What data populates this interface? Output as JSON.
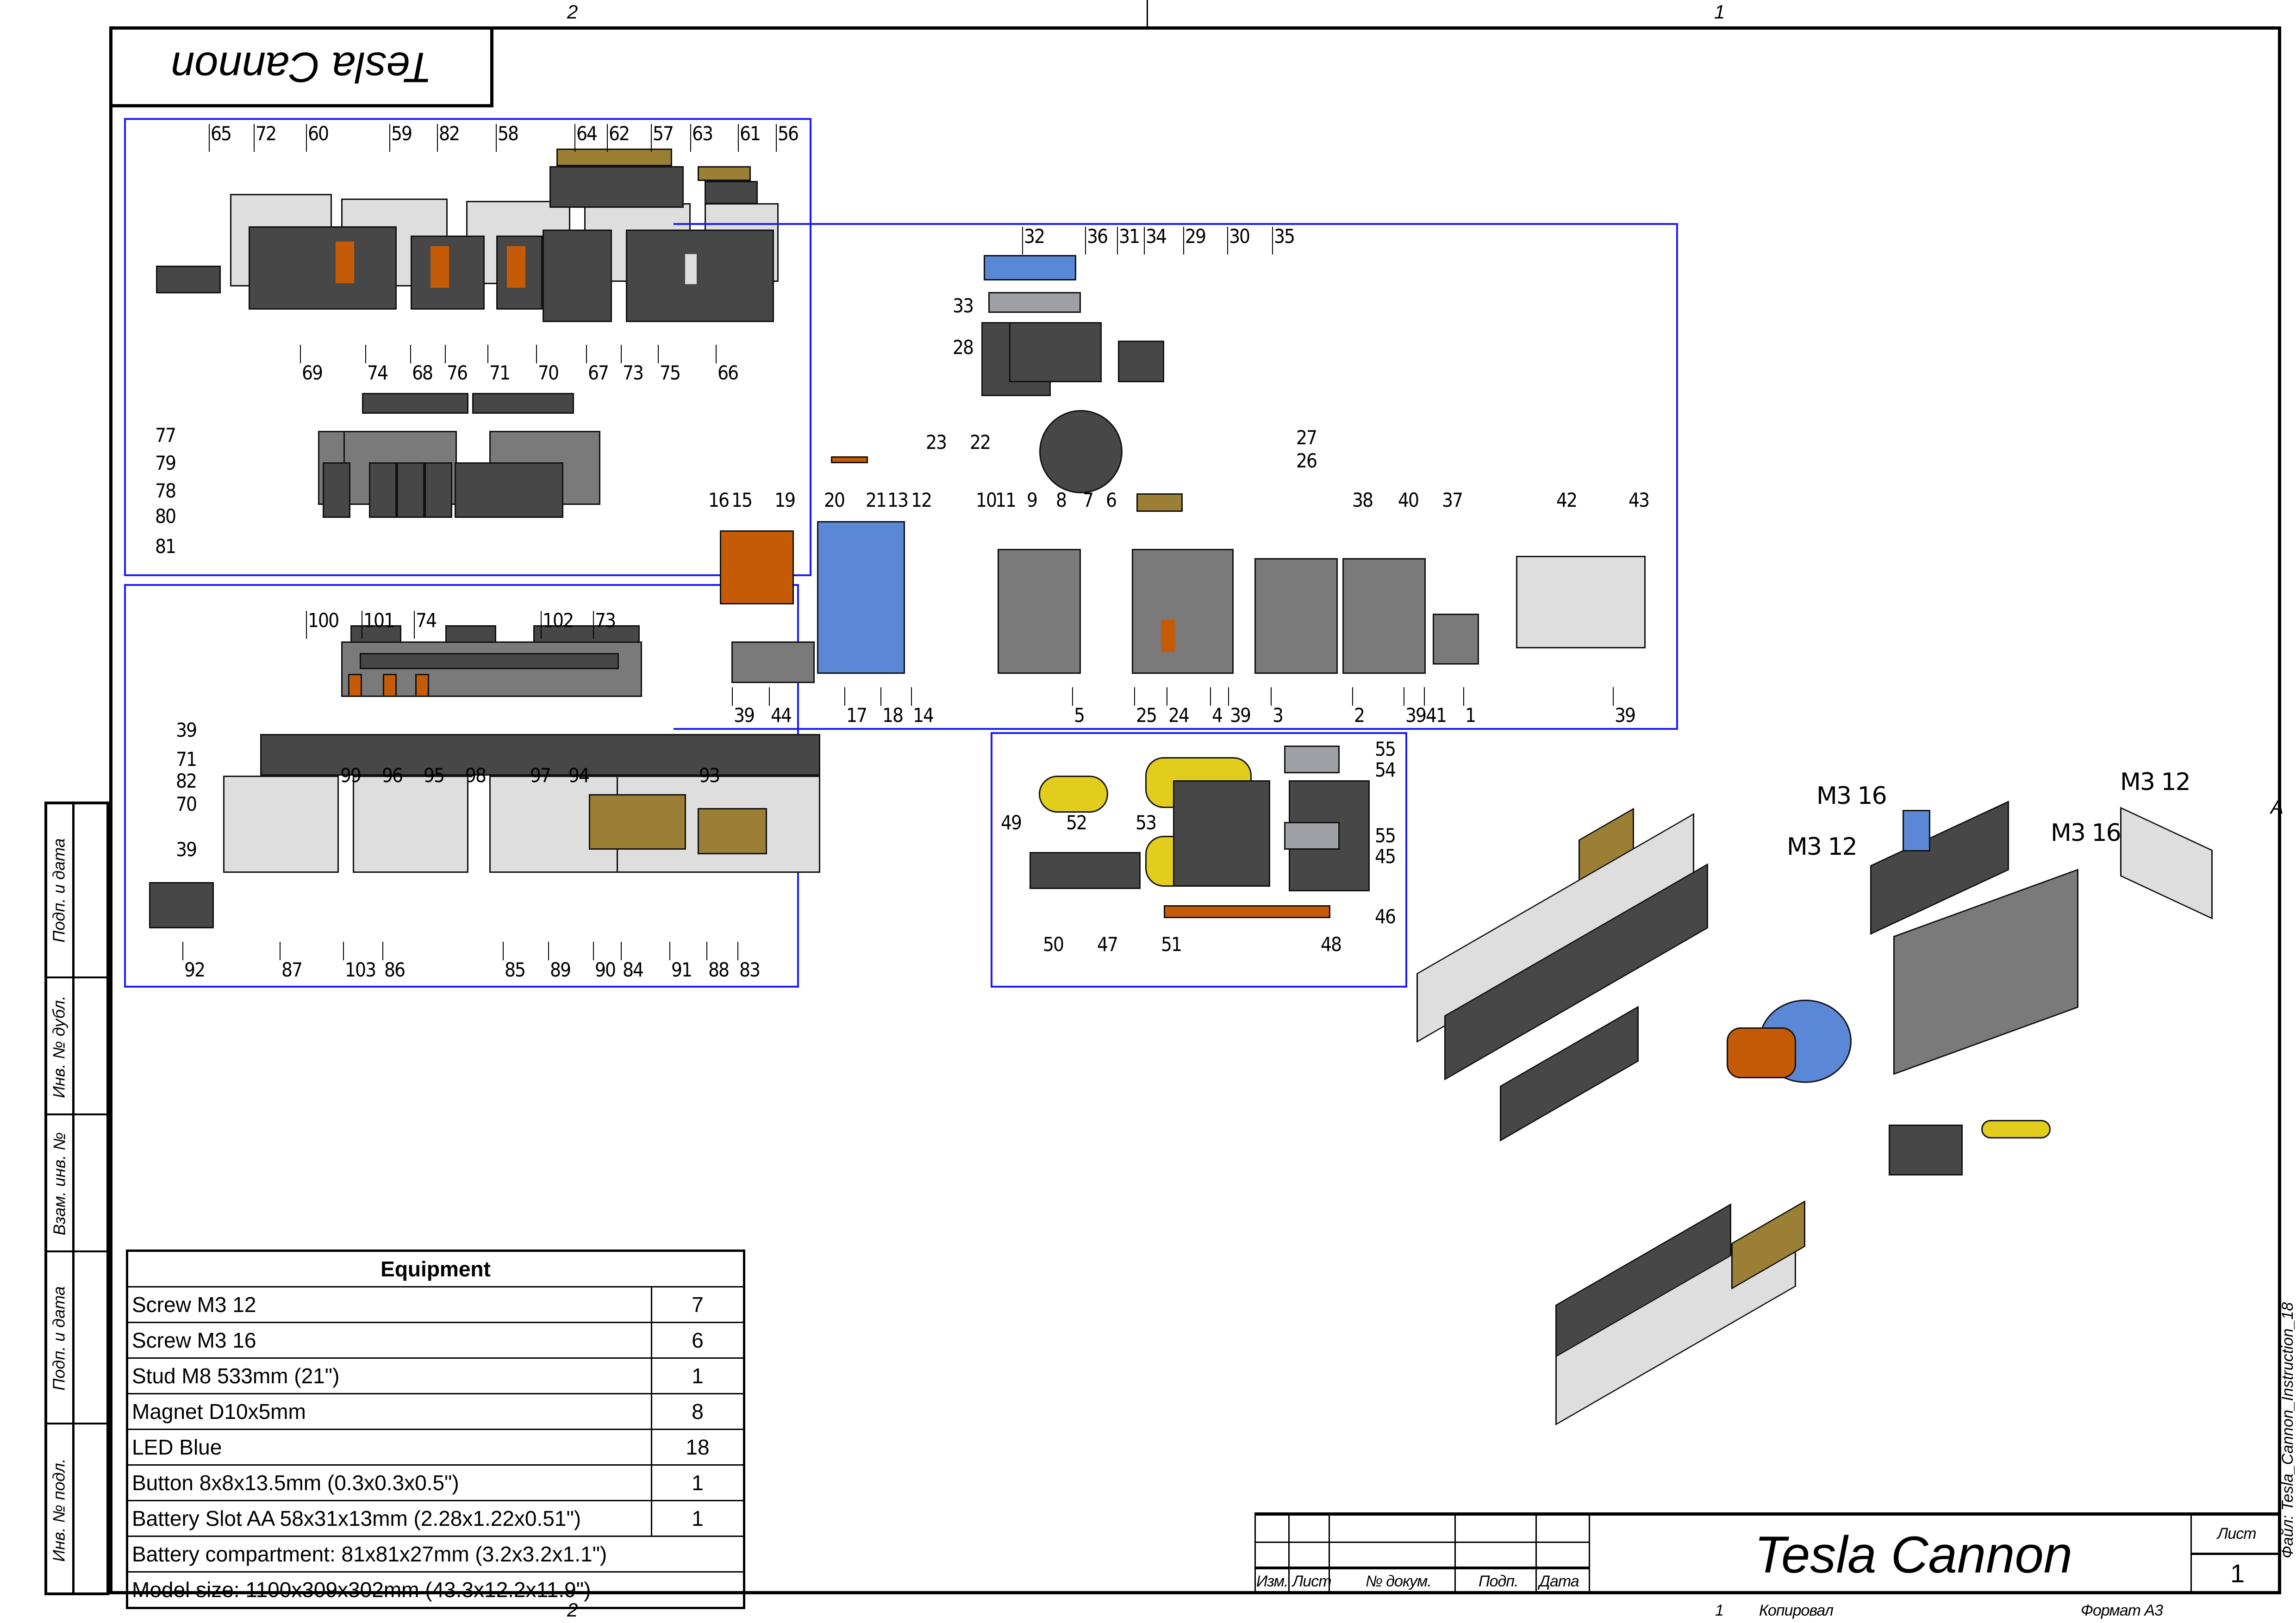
{
  "sheet": {
    "title_rotated": "Tesla Cannon",
    "zone_top": [
      "2",
      "1"
    ],
    "zone_bottom": [
      "2",
      "1"
    ],
    "zone_right": "A",
    "file_label": "Файл: Tesla_Cannon_Instruction_18"
  },
  "title_block": {
    "title": "Tesla Cannon",
    "sheet_label": "Лист",
    "sheet_number": "1",
    "headers": [
      "Изм.",
      "Лист",
      "№ докум.",
      "Подп.",
      "Дата"
    ],
    "copied_number": "1",
    "copied_label": "Копировал",
    "format_label": "Формат А3"
  },
  "side_stamp": [
    "Подп. и дата",
    "Инв. № дубл.",
    "Взам. инв. №",
    "Подп. и дата",
    "Инв. № подл."
  ],
  "equipment": {
    "heading": "Equipment",
    "items": [
      {
        "name": "Screw M3 12",
        "qty": "7"
      },
      {
        "name": "Screw M3 16",
        "qty": "6"
      },
      {
        "name": "Stud M8 533mm (21\")",
        "qty": "1"
      },
      {
        "name": "Magnet D10x5mm",
        "qty": "8"
      },
      {
        "name": "LED Blue",
        "qty": "18"
      },
      {
        "name": "Button 8x8x13.5mm (0.3x0.3x0.5\")",
        "qty": "1"
      },
      {
        "name": "Battery Slot AA 58x31x13mm (2.28x1.22x0.51\")",
        "qty": "1"
      }
    ],
    "notes": [
      "Battery compartment: 81x81x27mm (3.2x3.2x1.1\")",
      "Model size: 1100x309x302mm (43.3x12.2x11.9\")"
    ]
  },
  "panels": {
    "top_left": {
      "callouts_top": [
        "65",
        "72",
        "60",
        "59",
        "82",
        "58",
        "64",
        "62",
        "57",
        "63",
        "61",
        "56"
      ],
      "callouts_mid": [
        "69",
        "74",
        "68",
        "76",
        "71",
        "70",
        "67",
        "73",
        "75",
        "66"
      ],
      "callouts_left": [
        "77",
        "79",
        "78",
        "80",
        "81"
      ]
    },
    "bottom_left": {
      "callouts_top": [
        "100",
        "101",
        "74",
        "102",
        "73"
      ],
      "callouts_left": [
        "39",
        "71",
        "82",
        "70",
        "39"
      ],
      "callouts_mid": [
        "99",
        "96",
        "95",
        "98",
        "97",
        "94",
        "93"
      ],
      "callouts_bottom": [
        "92",
        "87",
        "103",
        "86",
        "85",
        "89",
        "90",
        "84",
        "91",
        "88",
        "83"
      ]
    },
    "center": {
      "callouts_upper": [
        "32",
        "36",
        "31",
        "34",
        "29",
        "30",
        "35"
      ],
      "callouts_side": [
        "33",
        "28",
        "23",
        "22",
        "27",
        "26"
      ],
      "callouts_row": [
        "16",
        "15",
        "19",
        "20",
        "21",
        "13",
        "12",
        "10",
        "11",
        "9",
        "8",
        "7",
        "6",
        "38",
        "40",
        "37",
        "42",
        "43"
      ],
      "callouts_bottom": [
        "39",
        "44",
        "17",
        "18",
        "14",
        "5",
        "25",
        "24",
        "4",
        "39",
        "3",
        "2",
        "39",
        "41",
        "1",
        "39"
      ]
    },
    "handle": {
      "callouts": [
        "49",
        "52",
        "53",
        "50",
        "47",
        "51",
        "48",
        "55",
        "54",
        "55",
        "45",
        "46"
      ]
    }
  },
  "iso_view": {
    "screw_labels": [
      "M3 16",
      "M3 12",
      "M3 16",
      "M3 12"
    ]
  },
  "colors": {
    "panel_border": "#1a1aff",
    "dark_part": "#474747",
    "light_part": "#dedede",
    "gold_part": "#9a7f35",
    "orange_part": "#c65b07",
    "blue_part": "#5a87d6",
    "yellow_part": "#e2cc1c"
  }
}
